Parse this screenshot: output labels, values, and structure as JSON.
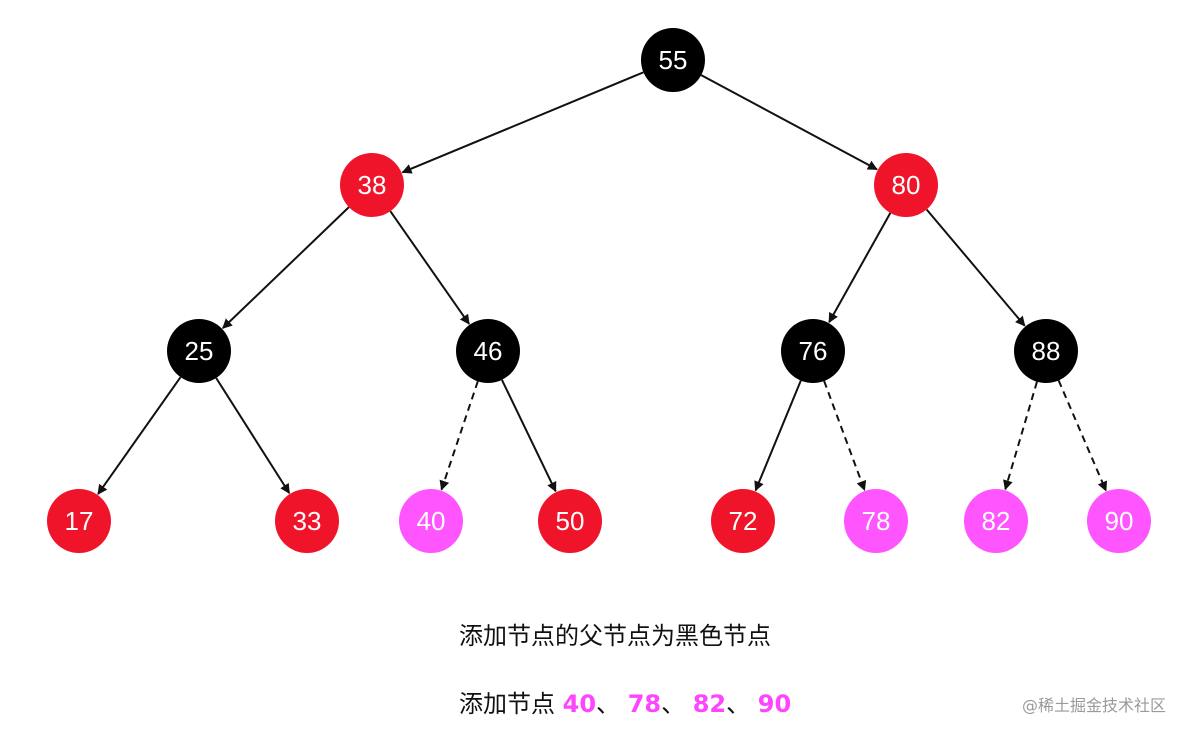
{
  "colors": {
    "black_node": "#000000",
    "red_node": "#f0142a",
    "new_node": "#ff55ff",
    "edge": "#111111",
    "highlight": "#ff44ff"
  },
  "nodes": [
    {
      "id": "n55",
      "label": "55",
      "color": "black"
    },
    {
      "id": "n38",
      "label": "38",
      "color": "red"
    },
    {
      "id": "n80",
      "label": "80",
      "color": "red"
    },
    {
      "id": "n25",
      "label": "25",
      "color": "black"
    },
    {
      "id": "n46",
      "label": "46",
      "color": "black"
    },
    {
      "id": "n76",
      "label": "76",
      "color": "black"
    },
    {
      "id": "n88",
      "label": "88",
      "color": "black"
    },
    {
      "id": "n17",
      "label": "17",
      "color": "red"
    },
    {
      "id": "n33",
      "label": "33",
      "color": "red"
    },
    {
      "id": "n40",
      "label": "40",
      "color": "new"
    },
    {
      "id": "n50",
      "label": "50",
      "color": "red"
    },
    {
      "id": "n72",
      "label": "72",
      "color": "red"
    },
    {
      "id": "n78",
      "label": "78",
      "color": "new"
    },
    {
      "id": "n82",
      "label": "82",
      "color": "new"
    },
    {
      "id": "n90",
      "label": "90",
      "color": "new"
    }
  ],
  "edges": [
    {
      "from": "n55",
      "to": "n38",
      "style": "solid"
    },
    {
      "from": "n55",
      "to": "n80",
      "style": "solid"
    },
    {
      "from": "n38",
      "to": "n25",
      "style": "solid"
    },
    {
      "from": "n38",
      "to": "n46",
      "style": "solid"
    },
    {
      "from": "n80",
      "to": "n76",
      "style": "solid"
    },
    {
      "from": "n80",
      "to": "n88",
      "style": "solid"
    },
    {
      "from": "n25",
      "to": "n17",
      "style": "solid"
    },
    {
      "from": "n25",
      "to": "n33",
      "style": "solid"
    },
    {
      "from": "n46",
      "to": "n40",
      "style": "dashed"
    },
    {
      "from": "n46",
      "to": "n50",
      "style": "solid"
    },
    {
      "from": "n76",
      "to": "n72",
      "style": "solid"
    },
    {
      "from": "n76",
      "to": "n78",
      "style": "dashed"
    },
    {
      "from": "n88",
      "to": "n82",
      "style": "dashed"
    },
    {
      "from": "n88",
      "to": "n90",
      "style": "dashed"
    }
  ],
  "caption": {
    "line1": "添加节点的父节点为黑色节点",
    "line2_prefix": "添加节点 ",
    "highlight_values": [
      "40",
      "78",
      "82",
      "90"
    ],
    "separator": "、"
  },
  "watermark": "@稀土掘金技术社区"
}
